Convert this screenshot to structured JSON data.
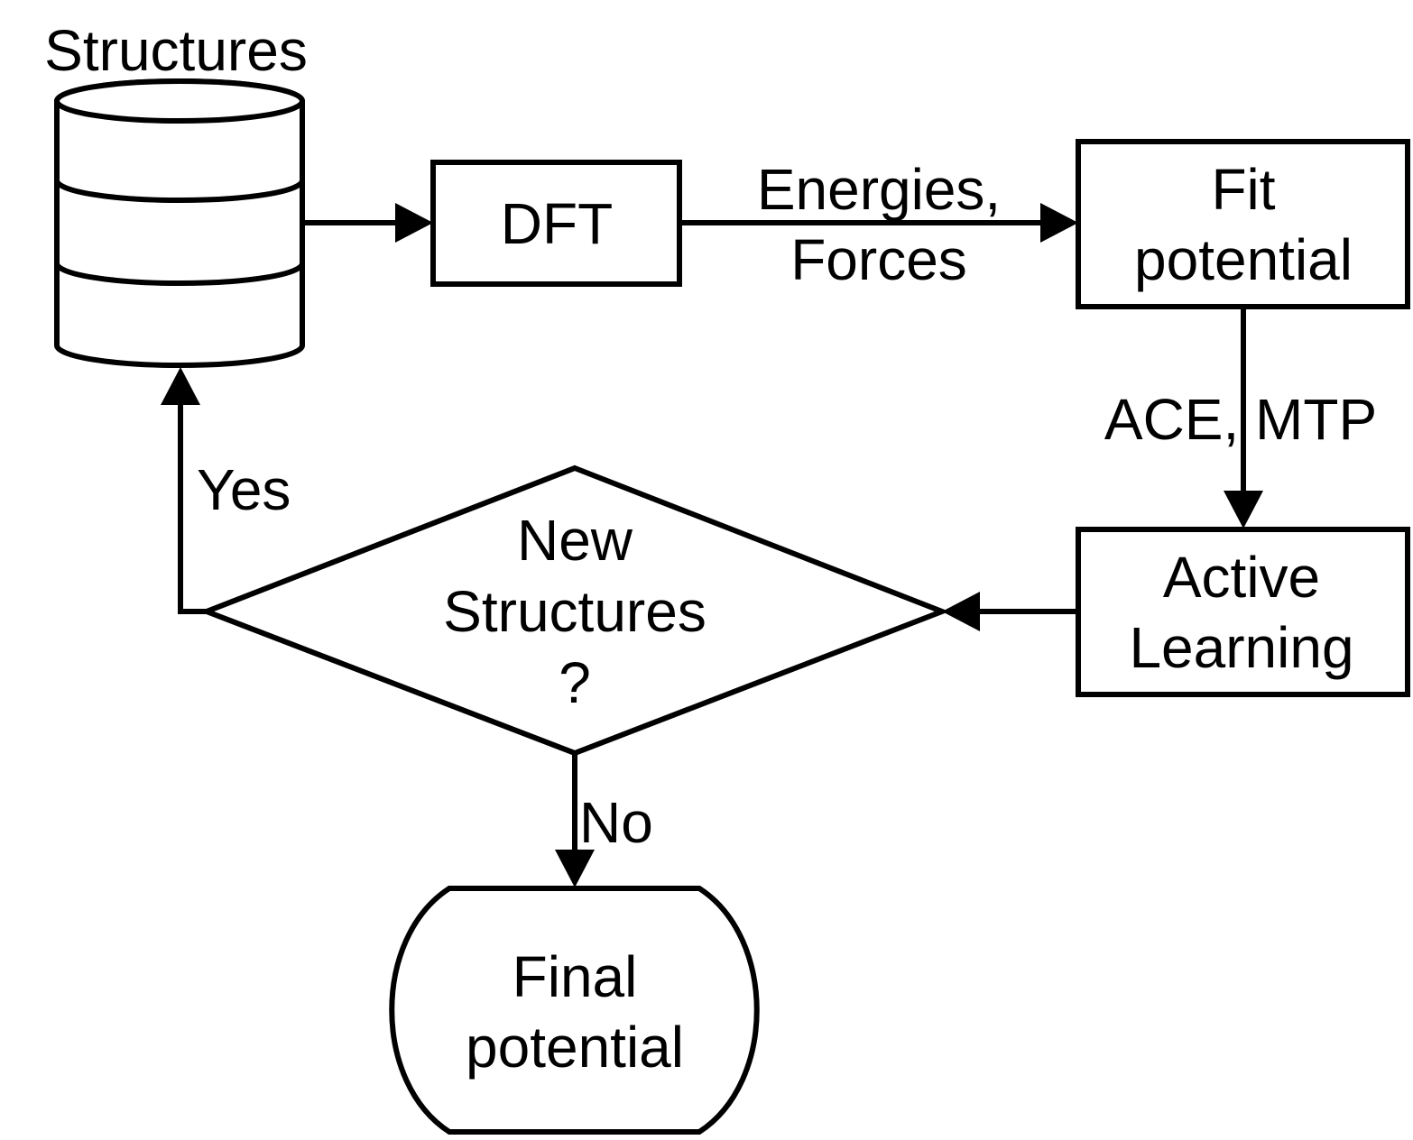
{
  "nodes": {
    "database": {
      "title": "Structures"
    },
    "dft": {
      "label": "DFT"
    },
    "fit": {
      "line1": "Fit",
      "line2": "potential"
    },
    "active": {
      "line1": "Active",
      "line2": "Learning"
    },
    "decision": {
      "line1": "New",
      "line2": "Structures",
      "line3": "?"
    },
    "final": {
      "line1": "Final",
      "line2": "potential"
    }
  },
  "edges": {
    "dft_to_fit": {
      "line1": "Energies,",
      "line2": "Forces"
    },
    "fit_to_active": {
      "label": "ACE, MTP"
    },
    "decision_yes": {
      "label": "Yes"
    },
    "decision_no": {
      "label": "No"
    }
  }
}
